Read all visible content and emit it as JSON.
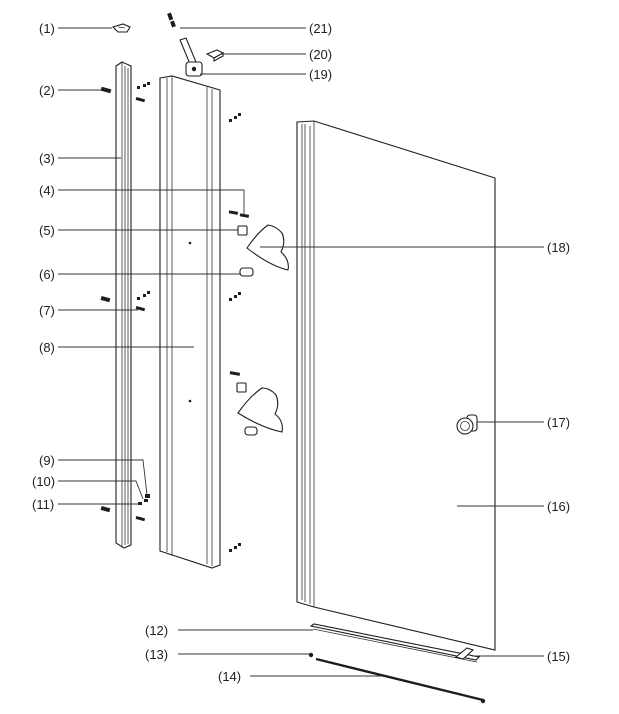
{
  "callouts": {
    "c1": "(1)",
    "c2": "(2)",
    "c3": "(3)",
    "c4": "(4)",
    "c5": "(5)",
    "c6": "(6)",
    "c7": "(7)",
    "c8": "(8)",
    "c9": "(9)",
    "c10": "(10)",
    "c11": "(11)",
    "c12": "(12)",
    "c13": "(13)",
    "c14": "(14)",
    "c15": "(15)",
    "c16": "(16)",
    "c17": "(17)",
    "c18": "(18)",
    "c19": "(19)",
    "c20": "(20)",
    "c21": "(21)"
  },
  "colors": {
    "line": "#1e1e1e",
    "text": "#222222",
    "background": "#ffffff"
  }
}
